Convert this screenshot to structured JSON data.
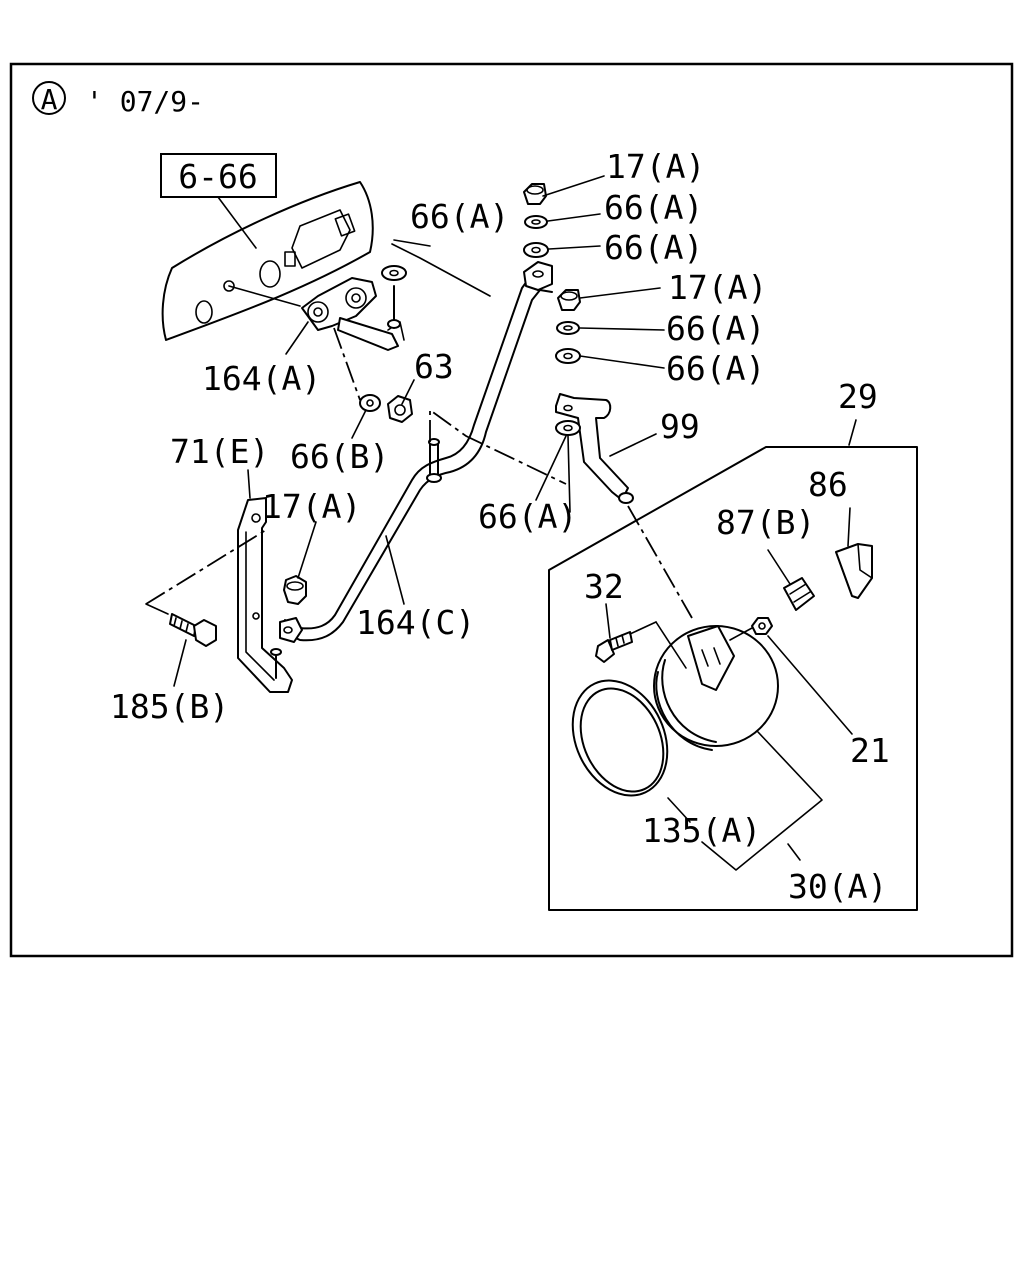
{
  "diagram": {
    "variant_marker": "A",
    "variant_note": "' 07/9-",
    "reference_box": "6-66",
    "callouts": {
      "c_17A_1": "17(A)",
      "c_66A_1": "66(A)",
      "c_66A_2": "66(A)",
      "c_66A_top": "66(A)",
      "c_17A_2": "17(A)",
      "c_66A_3": "66(A)",
      "c_66A_4": "66(A)",
      "c_164A": "164(A)",
      "c_63": "63",
      "c_29": "29",
      "c_99": "99",
      "c_71E": "71(E)",
      "c_66B": "66(B)",
      "c_86": "86",
      "c_17A_3": "17(A)",
      "c_66A_mid": "66(A)",
      "c_87B": "87(B)",
      "c_32": "32",
      "c_164C": "164(C)",
      "c_185B": "185(B)",
      "c_21": "21",
      "c_135A": "135(A)",
      "c_30A": "30(A)"
    }
  }
}
